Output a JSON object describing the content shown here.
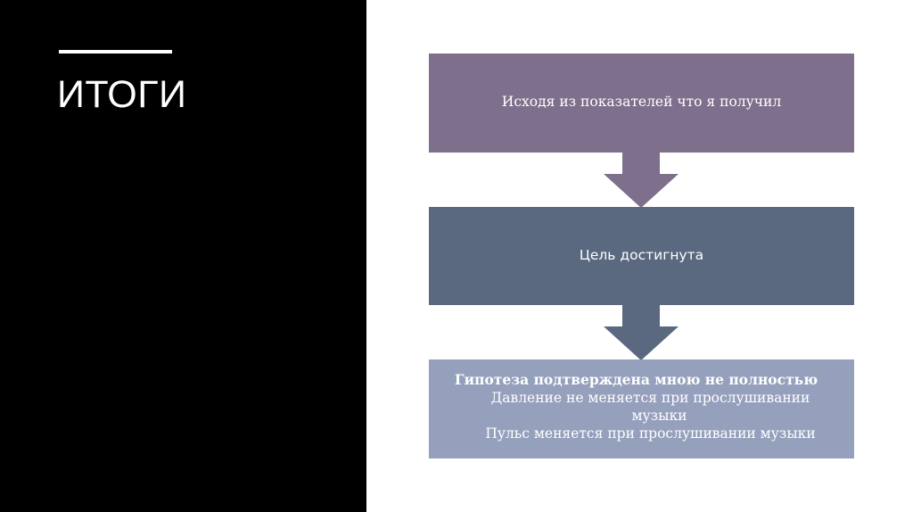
{
  "slide": {
    "title": "ИТОГИ"
  },
  "diagram": {
    "steps": [
      {
        "text": "Исходя из показателей что я получил",
        "color": "#7e6f8c"
      },
      {
        "text": "Цель достигнута",
        "color": "#5a6880"
      },
      {
        "heading": "Гипотеза подтверждена мною не полностью",
        "lines": [
          "Давление не меняется при прослушивании",
          "музыки",
          "Пульс меняется при прослушивании музыки"
        ],
        "color": "#95a0bd"
      }
    ],
    "arrow_colors": [
      "#7e6f8c",
      "#5a6880"
    ]
  },
  "colors": {
    "left_panel": "#000000",
    "background": "#ffffff",
    "text": "#ffffff"
  }
}
